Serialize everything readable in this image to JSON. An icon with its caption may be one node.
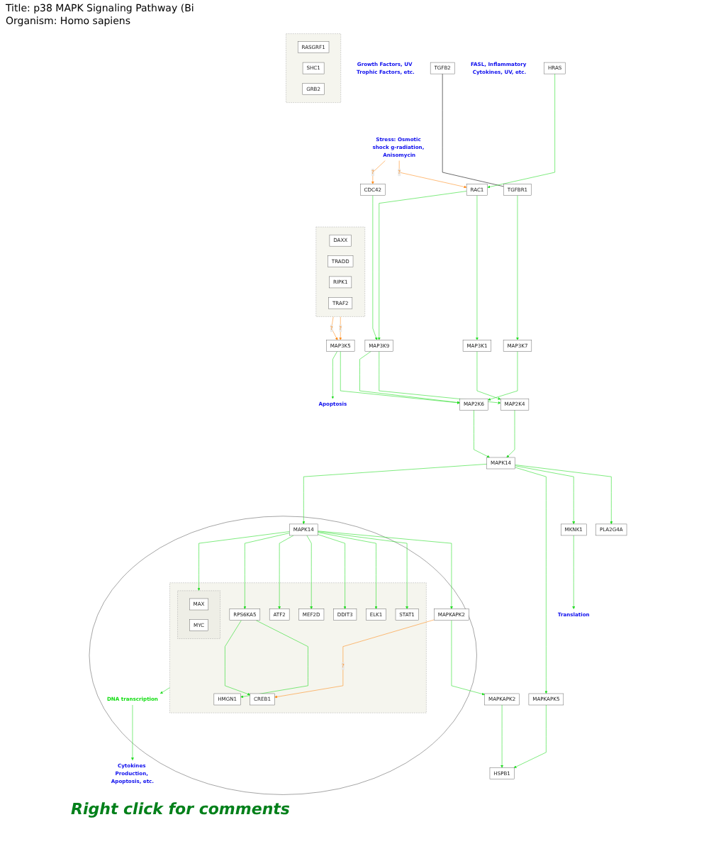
{
  "diagram": {
    "nodes": [
      {
        "text": [
          "Growth Factors, UV Trophic Factors, etc."
        ]
      },
      {
        "text": [
          "Stress: Osmotic shock g-radiation, Anisomycin"
        ]
      },
      {
        "text": [
          "TGFB2"
        ]
      },
      {
        "text": [
          "FASL, Inflammatory Cytokines, UV, etc."
        ]
      },
      {
        "text": [],
        "shape": "box"
      },
      {
        "text": [
          "RASGRF1"
        ],
        "in": 4
      },
      {
        "text": [
          "SHC1"
        ],
        "in": 4
      },
      {
        "text": [
          "GRB2"
        ],
        "in": 4
      },
      {
        "text": [
          "TGFBR1"
        ]
      },
      {
        "text": [],
        "shape": "box"
      },
      {
        "text": [
          "DAXX"
        ],
        "in": 9
      },
      {
        "text": [
          "TRADD"
        ],
        "in": 9
      },
      {
        "text": [
          "RIPK1"
        ],
        "in": 9
      },
      {
        "text": [
          "TRAF2"
        ],
        "in": 9
      },
      {
        "text": [
          "HRAS"
        ]
      },
      {
        "text": [
          "RAC1"
        ]
      },
      {
        "text": [
          "CDC42"
        ]
      },
      {
        "text": [
          "MAP3K1"
        ]
      },
      {
        "text": [
          "MAP3K9"
        ]
      },
      {
        "text": [
          "MAP3K7"
        ]
      },
      {
        "text": [
          "MAP3K5"
        ]
      },
      {
        "text": [
          "MAP2K4"
        ]
      },
      {
        "text": [
          "MAP2K6"
        ]
      },
      {
        "text": [
          "Apoptosis"
        ]
      },
      {
        "text": [
          "PLA2G4A"
        ]
      },
      {
        "text": [
          "MAPK14"
        ]
      },
      {
        "text": [
          "MKNK1"
        ]
      },
      {
        "text": [
          "Translation"
        ]
      },
      {
        "text": [
          "MAPKAPK5"
        ]
      },
      {
        "text": [
          "HSPB1"
        ]
      },
      {
        "text": [],
        "shape": "ellipse"
      },
      {
        "text": [
          "MAPK14"
        ],
        "in": 30
      },
      {
        "text": [
          "MAPKAPK2"
        ],
        "in": 30
      },
      {
        "text": [
          "MAPKAPK2"
        ]
      },
      {
        "text": [],
        "shape": "box",
        "in": 30
      },
      {
        "text": [
          "STAT1"
        ],
        "in": 34
      },
      {
        "text": [],
        "shape": "box",
        "in": 34
      },
      {
        "text": [
          "MAX"
        ],
        "in": 36
      },
      {
        "text": [
          "MYC"
        ],
        "in": 36
      },
      {
        "text": [
          "ELK1"
        ],
        "in": 34
      },
      {
        "text": [
          "MEF2D"
        ],
        "in": 34
      },
      {
        "text": [
          "DDIT3"
        ],
        "in": 34
      },
      {
        "text": [
          "RPS6KA5"
        ],
        "in": 34
      },
      {
        "text": [
          "ATF2"
        ],
        "in": 34
      },
      {
        "text": [
          "HMGN1"
        ],
        "in": 34
      },
      {
        "text": [
          "CREB1"
        ],
        "in": 34
      },
      {
        "text": [
          "DNA transcription"
        ],
        "in": 30
      },
      {
        "text": [
          "Cytokines Production, Apoptosis, etc."
        ],
        "in": 30
      }
    ],
    "edges": [
      {
        "from": 1,
        "to": 15,
        "arrow": "to",
        "label": "?",
        "color": "#ff8c1a"
      },
      {
        "from": 1,
        "to": 16,
        "arrow": "to",
        "label": "?",
        "color": "#ff8c1a"
      },
      {
        "from": 2,
        "to": 8,
        "arrow": "none",
        "color": "#000000"
      },
      {
        "from": 14,
        "to": 15,
        "arrow": "to"
      },
      {
        "from": 15,
        "to": 17,
        "arrow": "to"
      },
      {
        "from": 15,
        "to": 18,
        "arrow": "to"
      },
      {
        "from": 16,
        "to": 18,
        "arrow": "to"
      },
      {
        "from": 8,
        "to": 19,
        "arrow": "to"
      },
      {
        "from": 9,
        "to": 20,
        "arrow": "to",
        "label": "?",
        "color": "#ff8c1a"
      },
      {
        "from": 9,
        "to": 20,
        "arrow": "to",
        "label": "?",
        "color": "#ff8c1a"
      },
      {
        "from": 17,
        "to": 21,
        "arrow": "to"
      },
      {
        "from": 18,
        "to": 21,
        "arrow": "to"
      },
      {
        "from": 18,
        "to": 22,
        "arrow": "to"
      },
      {
        "from": 19,
        "to": 22,
        "arrow": "to"
      },
      {
        "from": 20,
        "to": 22,
        "arrow": "to"
      },
      {
        "from": 20,
        "to": 23,
        "arrow": "to"
      },
      {
        "from": 21,
        "to": 25,
        "arrow": "to"
      },
      {
        "from": 22,
        "to": 25,
        "arrow": "to"
      },
      {
        "from": 25,
        "to": 24,
        "arrow": "to"
      },
      {
        "from": 25,
        "to": 26,
        "arrow": "to"
      },
      {
        "from": 26,
        "to": 27,
        "arrow": "to"
      },
      {
        "from": 25,
        "to": 28,
        "arrow": "to"
      },
      {
        "from": 28,
        "to": 29,
        "arrow": "to"
      },
      {
        "from": 25,
        "to": 31,
        "arrow": "to"
      },
      {
        "from": 33,
        "to": 29,
        "arrow": "to"
      },
      {
        "from": 31,
        "to": 32,
        "arrow": "to"
      },
      {
        "from": 32,
        "to": 33,
        "arrow": "to"
      },
      {
        "from": 32,
        "to": 45,
        "arrow": "to",
        "label": "?",
        "color": "#ff8c1a"
      },
      {
        "from": 31,
        "to": 35,
        "arrow": "to"
      },
      {
        "from": 31,
        "to": 36,
        "arrow": "to"
      },
      {
        "from": 31,
        "to": 39,
        "arrow": "to"
      },
      {
        "from": 31,
        "to": 41,
        "arrow": "to"
      },
      {
        "from": 31,
        "to": 40,
        "arrow": "to"
      },
      {
        "from": 31,
        "to": 43,
        "arrow": "to"
      },
      {
        "from": 31,
        "to": 42,
        "arrow": "to"
      },
      {
        "from": 42,
        "to": 44,
        "arrow": "to"
      },
      {
        "from": 42,
        "to": 45,
        "arrow": "to"
      },
      {
        "from": 34,
        "to": 46,
        "arrow": "to"
      },
      {
        "from": 46,
        "to": 47,
        "arrow": "to"
      }
    ],
    "labels": [
      "Title: p38 MAPK Signaling Pathway (Bi",
      "Organism: Homo sapiens",
      "Right click for comments"
    ]
  }
}
